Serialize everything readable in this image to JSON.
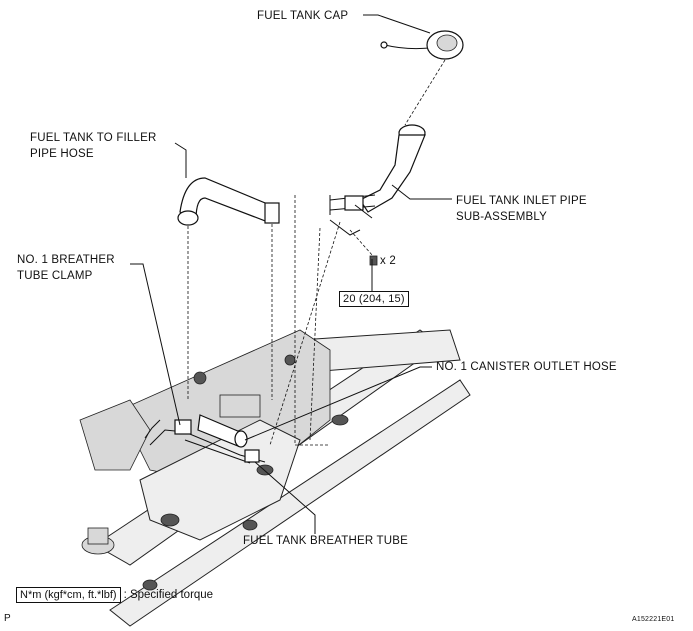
{
  "labels": {
    "fuel_tank_cap": "FUEL TANK CAP",
    "filler_pipe_hose_line1": "FUEL TANK TO FILLER",
    "filler_pipe_hose_line2": "PIPE HOSE",
    "inlet_pipe_line1": "FUEL TANK INLET PIPE",
    "inlet_pipe_line2": "SUB-ASSEMBLY",
    "breather_clamp_line1": "NO. 1 BREATHER",
    "breather_clamp_line2": "TUBE CLAMP",
    "bolt_count": "x 2",
    "torque_value": "20 (204, 15)",
    "canister_outlet_hose": "NO. 1 CANISTER OUTLET HOSE",
    "breather_tube": "FUEL TANK BREATHER TUBE"
  },
  "legend": {
    "unit_box": "N*m (kgf*cm, ft.*lbf)",
    "description": ": Specified torque"
  },
  "footer": {
    "corner_mark": "P",
    "figure_id": "A152221E01"
  }
}
